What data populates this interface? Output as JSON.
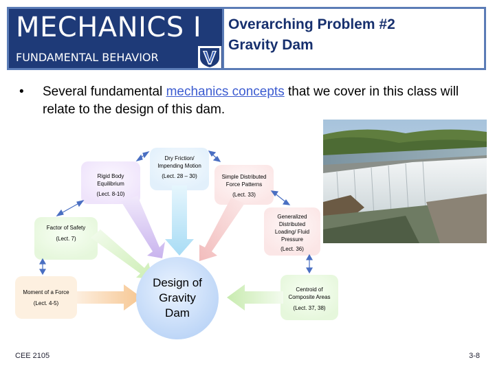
{
  "header": {
    "course_title": "MECHANICS I",
    "course_subtitle": "FUNDAMENTAL BEHAVIOR",
    "problem_line1": "Overarching Problem #2",
    "problem_line2": "Gravity Dam",
    "logo_icon": "villanova-v-shield-icon"
  },
  "bullet": {
    "before": "Several fundamental ",
    "link": "mechanics concepts",
    "after": " that we cover in this class will relate to the design of this dam."
  },
  "photo": {
    "icon": "gravity-dam-photo"
  },
  "diagram": {
    "center": {
      "line1": "Design of",
      "line2": "Gravity",
      "line3": "Dam"
    },
    "nodes": {
      "friction": {
        "line1": "Dry Friction/",
        "line2": "Impending Motion",
        "lecture": "(Lect. 28 – 30)"
      },
      "rigid": {
        "line1": "Rigid Body",
        "line2": "Equilibrium",
        "lecture": "(Lect. 8-10)"
      },
      "distributed": {
        "line1": "Simple Distributed",
        "line2": "Force Patterns",
        "lecture": "(Lect. 33)"
      },
      "safety": {
        "line1": "Factor of Safety",
        "lecture": "(Lect. 7)"
      },
      "generalized": {
        "line1": "Generalized",
        "line2": "Distributed",
        "line3": "Loading/ Fluid",
        "line4": "Pressure",
        "lecture": "(Lect. 36)"
      },
      "moment": {
        "line1": "Moment of a Force",
        "lecture": "(Lect. 4-5)"
      },
      "centroid": {
        "line1": "Centroid of",
        "line2": "Composite Areas",
        "lecture": "(Lect. 37, 38)"
      }
    }
  },
  "footer": {
    "left": "CEE 2105",
    "right": "3-8"
  },
  "colors": {
    "navy": "#1e3a78",
    "frame": "#5b7cb6",
    "link": "#3b5bd0"
  }
}
